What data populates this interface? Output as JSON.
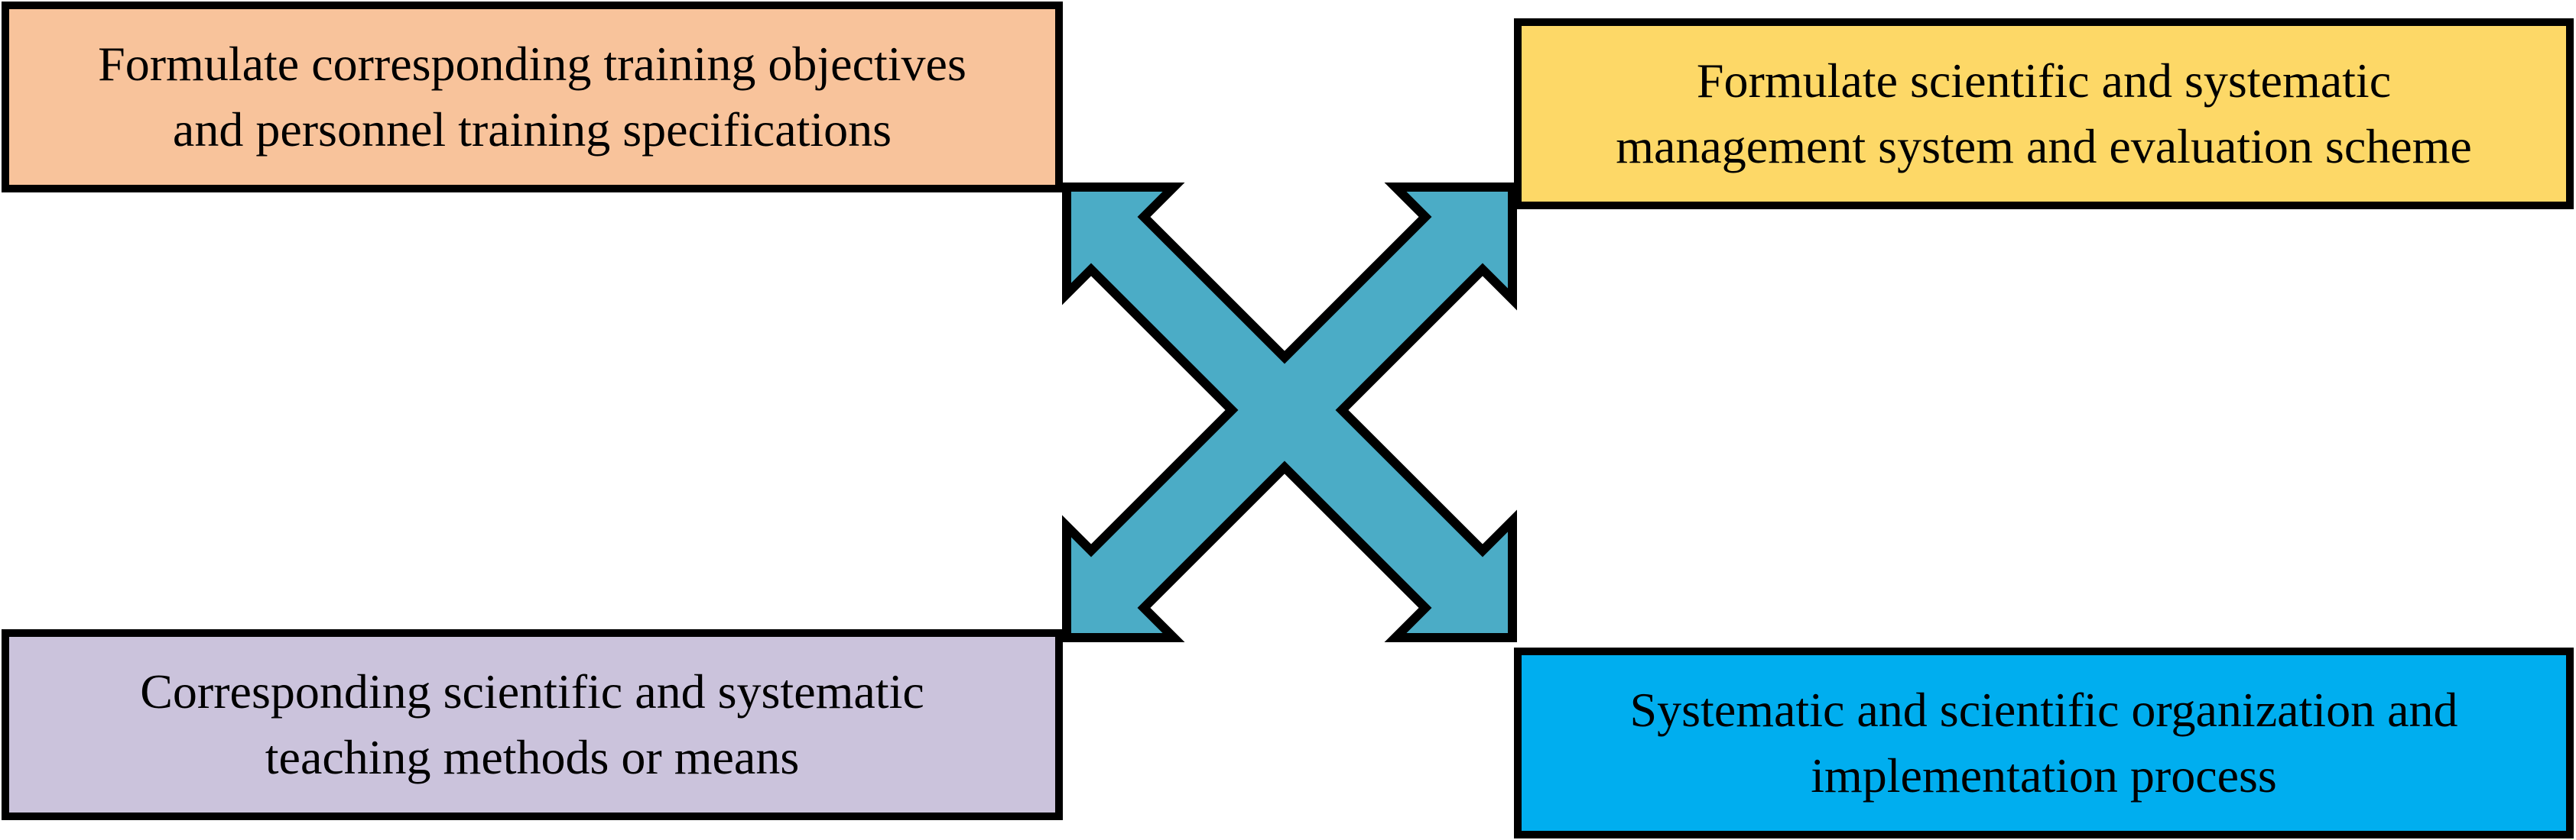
{
  "colors": {
    "top_left": "#F8C39B",
    "top_right": "#FDD867",
    "bottom_left": "#CBC3DC",
    "bottom_right": "#00AEEF",
    "cross_arrow": "#4BACC6",
    "border": "#000000"
  },
  "icons": {
    "center": "four-way-diagonal-arrow-icon"
  },
  "boxes": {
    "top_left": {
      "line1": "Formulate corresponding training objectives",
      "line2": "and personnel training specifications"
    },
    "top_right": {
      "line1": "Formulate scientific and systematic",
      "line2": "management system and evaluation scheme"
    },
    "bottom_left": {
      "line1": "Corresponding scientific and systematic",
      "line2": "teaching methods or means"
    },
    "bottom_right": {
      "line1": "Systematic and scientific organization and",
      "line2": "implementation process"
    }
  }
}
